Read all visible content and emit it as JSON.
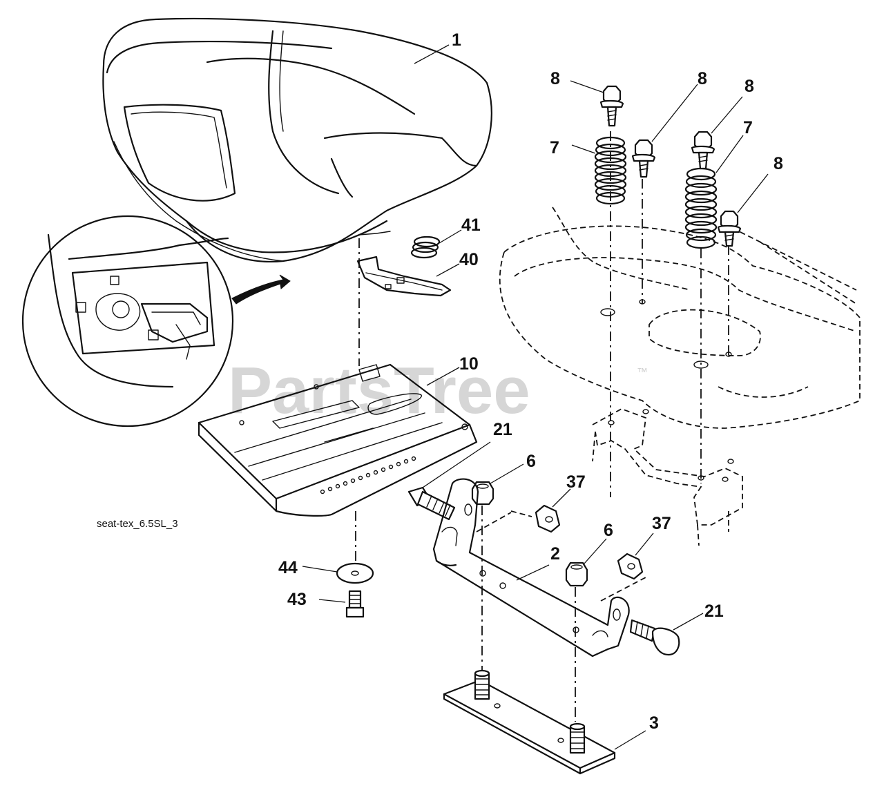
{
  "diagram": {
    "caption": "seat-tex_6.5SL_3",
    "watermark": "PartsTree",
    "watermark_mark": "™",
    "callouts": [
      {
        "id": "seat",
        "label": "1"
      },
      {
        "id": "pan-bolt-a",
        "label": "8"
      },
      {
        "id": "pan-bolt-b",
        "label": "8"
      },
      {
        "id": "pan-bolt-c",
        "label": "8"
      },
      {
        "id": "pan-bolt-d",
        "label": "8"
      },
      {
        "id": "spring-a",
        "label": "7"
      },
      {
        "id": "spring-b",
        "label": "7"
      },
      {
        "id": "small-spring",
        "label": "41"
      },
      {
        "id": "clip",
        "label": "40"
      },
      {
        "id": "seat-plate",
        "label": "10"
      },
      {
        "id": "bolt-left",
        "label": "21"
      },
      {
        "id": "nut-a",
        "label": "6"
      },
      {
        "id": "locknut-a",
        "label": "37"
      },
      {
        "id": "nut-b",
        "label": "6"
      },
      {
        "id": "locknut-b",
        "label": "37"
      },
      {
        "id": "bracket",
        "label": "2"
      },
      {
        "id": "bolt-right",
        "label": "21"
      },
      {
        "id": "washer",
        "label": "44"
      },
      {
        "id": "screw",
        "label": "43"
      },
      {
        "id": "base-plate",
        "label": "3"
      }
    ]
  }
}
